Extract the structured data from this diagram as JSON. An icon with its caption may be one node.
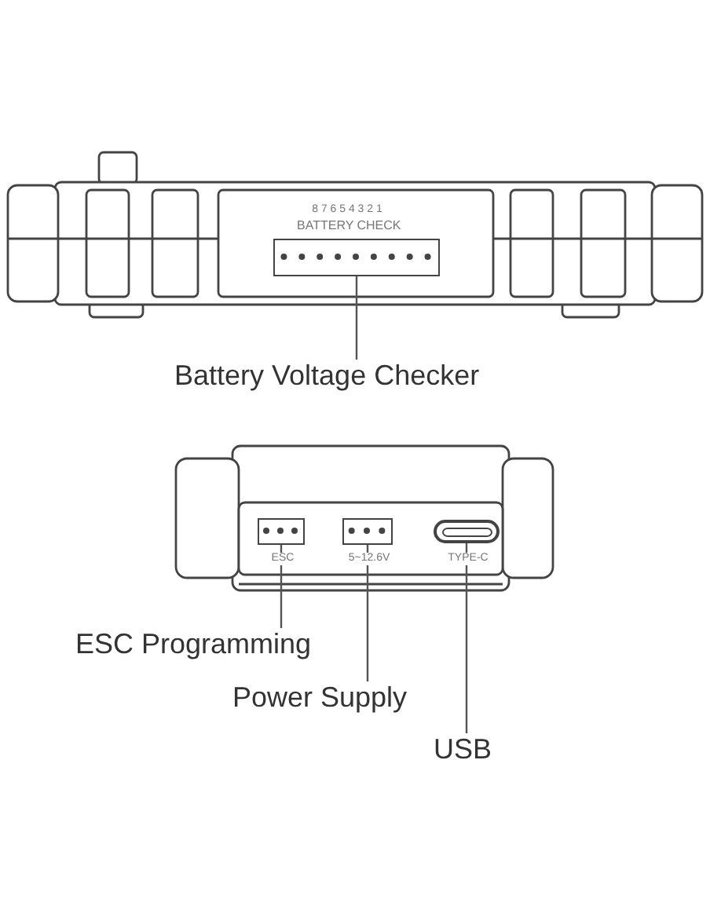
{
  "diagram": {
    "nodes": [
      {
        "text": [
          "Battery Voltage Checker"
        ]
      },
      {
        "text": [],
        "shape": "box",
        "beside": [
          "8 7 6 5 4 3 2 1",
          "BATTERY CHECK"
        ]
      },
      {
        "text": [
          "ESC Programming"
        ]
      },
      {
        "text": [],
        "shape": "box",
        "beside": [
          "ESC"
        ]
      },
      {
        "text": [
          "Power Supply"
        ]
      },
      {
        "text": [],
        "shape": "box",
        "beside": [
          "5~12.6V"
        ]
      },
      {
        "text": [
          "USB"
        ]
      },
      {
        "text": [],
        "shape": "box",
        "beside": [
          "TYPE-C"
        ]
      }
    ],
    "edges": [
      {
        "from": 0,
        "to": 1,
        "arrow": "none"
      },
      {
        "from": 2,
        "to": 3,
        "arrow": "none"
      },
      {
        "from": 4,
        "to": 5,
        "arrow": "none"
      },
      {
        "from": 6,
        "to": 7,
        "arrow": "none"
      }
    ]
  }
}
